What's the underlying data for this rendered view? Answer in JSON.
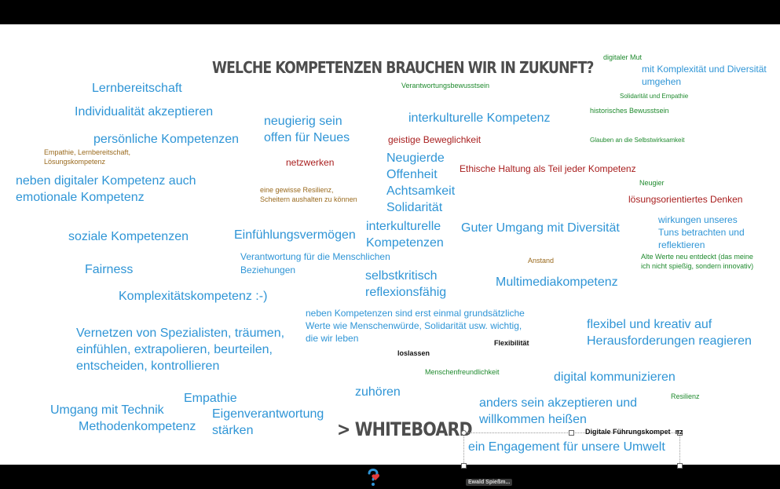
{
  "whiteboard": {
    "title": "WELCHE KOMPETENZEN BRAUCHEN WIR IN ZUKUNFT?",
    "whiteboard_link": "> WHITEBOARD",
    "notes": [
      "Lernbereitschaft",
      "Individualität akzeptieren",
      "persönliche Kompetenzen",
      "Empathie, Lernbereitschaft,",
      "Lösungskompetenz",
      "neben digitaler Kompetenz auch",
      "emotionale Kompetenz",
      "soziale Kompetenzen",
      "Fairness",
      "Komplexitätskompetenz :-)",
      "Vernetzen von Spezialisten, träumen,",
      "einfühlen, extrapolieren, beurteilen,",
      "entscheiden, kontrollieren",
      "Umgang mit Technik",
      "Methodenkompetenz",
      "Empathie",
      "Eigenverantwortung",
      "stärken",
      "neugierig sein",
      "offen für Neues",
      "netzwerken",
      "eine gewisse Resilienz,",
      "Scheitern aushalten zu können",
      "Einfühlungsvermögen",
      "Verantwortung für die Menschlichen",
      "Beziehungen",
      "Verantwortungsbewusstsein",
      "interkulturelle Kompetenz",
      "geistige Beweglichkeit",
      "Neugierde",
      "Offenheit",
      "Achtsamkeit",
      "Solidarität",
      "Ethische Haltung als Teil jeder Kompetenz",
      "interkulturelle",
      "Kompetenzen",
      "Guter Umgang mit Diversität",
      "selbstkritisch",
      "reflexionsfähig",
      "Anstand",
      "Multimediakompetenz",
      "neben Kompetenzen sind erst einmal grundsätzliche",
      "Werte wie Menschenwürde, Solidarität usw. wichtig,",
      "die wir leben",
      "loslassen",
      "Flexibilität",
      "Menschenfreundlichkeit",
      "zuhören",
      "digitaler Mut",
      "mit Komplexität und Diversität",
      "umgehen",
      "Solidarität und Empathie",
      "historisches Bewusstsein",
      "Glauben an die Selbstwirksamkeit",
      "Neugier",
      "lösungsorientiertes Denken",
      "wirkungen unseres",
      "Tuns betrachten und",
      "reflektieren",
      "Alte Werte neu entdeckt (das meine",
      "ich nicht spießig, sondern innovativ)",
      "flexibel und kreativ auf",
      "Herausforderungen reagieren",
      "digital kommunizieren",
      "Resilienz",
      "anders sein akzeptieren und",
      "willkommen heißen",
      "Digitale Führungskompet",
      "nz",
      "ein Engagement für unsere Umwelt"
    ]
  },
  "bottom_bar": {
    "participant_name": "Ewald Spießm..."
  },
  "colors": {
    "blue": "#2f95d6",
    "green": "#1f8a2e",
    "red": "#a81e1e",
    "brown": "#9a6a1e",
    "heading": "#4d4d4d"
  }
}
